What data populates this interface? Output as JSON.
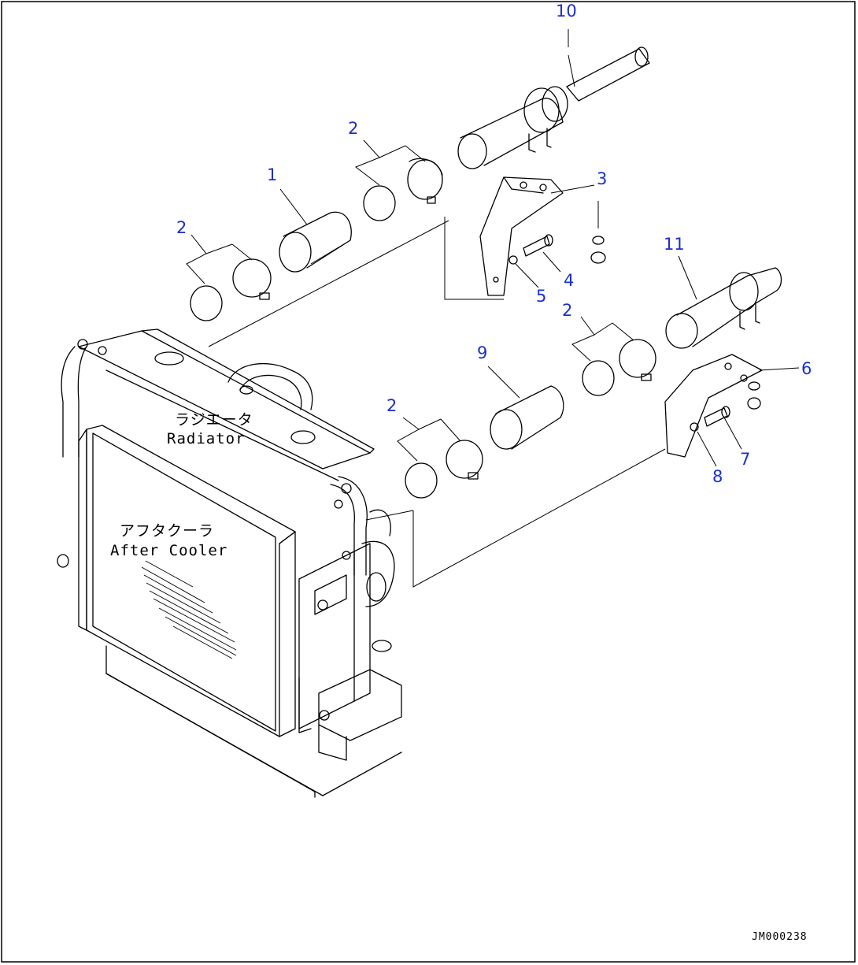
{
  "callouts": [
    {
      "id": "10",
      "text": "10"
    },
    {
      "id": "2a",
      "text": "2"
    },
    {
      "id": "1",
      "text": "1"
    },
    {
      "id": "3",
      "text": "3"
    },
    {
      "id": "2b",
      "text": "2"
    },
    {
      "id": "11",
      "text": "11"
    },
    {
      "id": "4",
      "text": "4"
    },
    {
      "id": "5",
      "text": "5"
    },
    {
      "id": "2c",
      "text": "2"
    },
    {
      "id": "9",
      "text": "9"
    },
    {
      "id": "6",
      "text": "6"
    },
    {
      "id": "2d",
      "text": "2"
    },
    {
      "id": "7",
      "text": "7"
    },
    {
      "id": "8",
      "text": "8"
    }
  ],
  "labels": {
    "radiator_jp": "ラジエータ",
    "radiator_en": "Radiator",
    "aftercooler_jp": "アフタクーラ",
    "aftercooler_en": "After Cooler"
  },
  "drawing_id": "JM000238"
}
